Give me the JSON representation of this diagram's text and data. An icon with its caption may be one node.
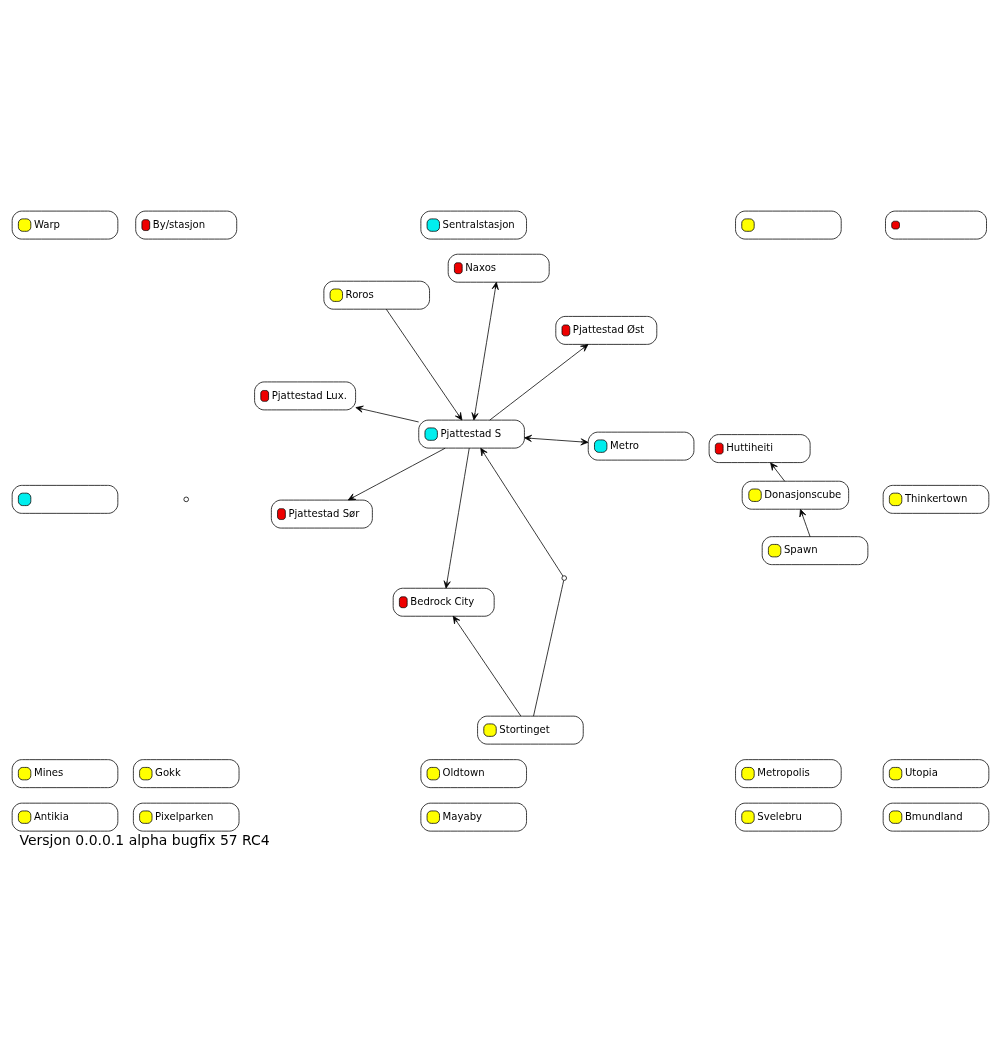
{
  "diagram": {
    "caption": "Versjon 0.0.0.1 alpha bugfix 57 RC4",
    "nodes": [
      {
        "text": [
          "Warp"
        ]
      },
      {
        "text": [
          "By/stasjon"
        ]
      },
      {
        "text": [
          "Sentralstasjon"
        ]
      },
      {
        "text": [],
        "shape": "box"
      },
      {
        "text": [],
        "shape": "box"
      },
      {
        "text": [],
        "shape": "box"
      },
      {
        "text": [],
        "shape": "circle"
      },
      {
        "text": [
          "Pjattestad Lux."
        ]
      },
      {
        "text": [
          "Pjattestad Øst"
        ]
      },
      {
        "text": [
          "Pjattestad Sør"
        ]
      },
      {
        "text": [
          "Naxos"
        ]
      },
      {
        "text": [
          "Huttiheiti"
        ]
      },
      {
        "text": [
          "Pjattestad S"
        ]
      },
      {
        "text": [
          "Donasjonscube"
        ]
      },
      {
        "text": [
          "Roros"
        ]
      },
      {
        "text": [
          "Thinkertown"
        ]
      },
      {
        "text": [
          "Bedrock City"
        ]
      },
      {
        "text": [],
        "shape": "circle"
      },
      {
        "text": [
          "Stortinget"
        ]
      },
      {
        "text": [
          "Spawn"
        ]
      },
      {
        "text": [
          "Mines"
        ]
      },
      {
        "text": [
          "Gokk"
        ]
      },
      {
        "text": [
          "Oldtown"
        ]
      },
      {
        "text": [
          "Metropolis"
        ]
      },
      {
        "text": [
          "Metro"
        ]
      },
      {
        "text": [
          "Utopia"
        ]
      },
      {
        "text": [
          "Antikia"
        ]
      },
      {
        "text": [
          "Pixelparken"
        ]
      },
      {
        "text": [
          "Mayaby"
        ]
      },
      {
        "text": [
          "Svelebru"
        ]
      },
      {
        "text": [
          "Bmundland"
        ]
      }
    ],
    "edges": [
      {
        "from": 13,
        "to": 11,
        "arrow": "to"
      },
      {
        "from": 19,
        "to": 13,
        "arrow": "to"
      },
      {
        "from": 12,
        "to": 8,
        "arrow": "to"
      },
      {
        "from": 12,
        "to": 7,
        "arrow": "to"
      },
      {
        "from": 12,
        "to": 9,
        "arrow": "to"
      },
      {
        "from": 12,
        "to": 10,
        "arrow": "both"
      },
      {
        "from": 14,
        "to": 12,
        "arrow": "to"
      },
      {
        "from": 12,
        "to": 16,
        "arrow": "to"
      },
      {
        "from": 18,
        "to": 16,
        "arrow": "to"
      },
      {
        "from": 18,
        "to": 17,
        "arrow": "none"
      },
      {
        "from": 17,
        "to": 12,
        "arrow": "to"
      },
      {
        "from": 12,
        "to": 24,
        "arrow": "both"
      }
    ]
  }
}
